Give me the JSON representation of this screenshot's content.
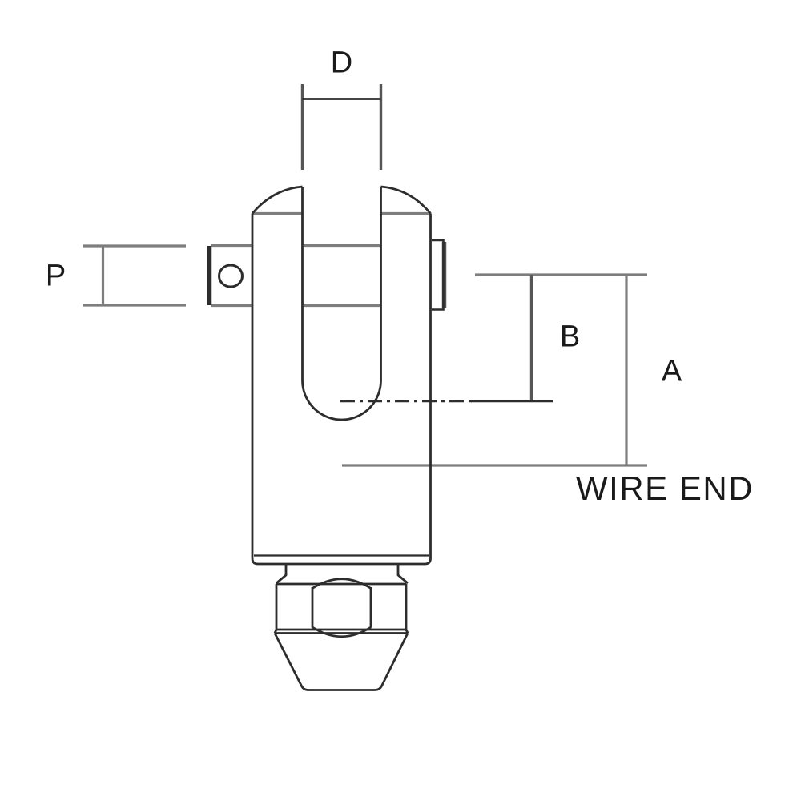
{
  "diagram": {
    "type": "technical-drawing",
    "subject": "Clevis fork wire-end swage fitting, side view with dimension callouts",
    "labels": {
      "d": "D",
      "p": "P",
      "b": "B",
      "a": "A",
      "wire_end": "WIRE END"
    },
    "colors": {
      "background": "#ffffff",
      "outline": "#2d2d2d",
      "dimension_gray": "#7e7e7e",
      "dimension_medium": "#565656",
      "text": "#1a1a1a"
    }
  }
}
